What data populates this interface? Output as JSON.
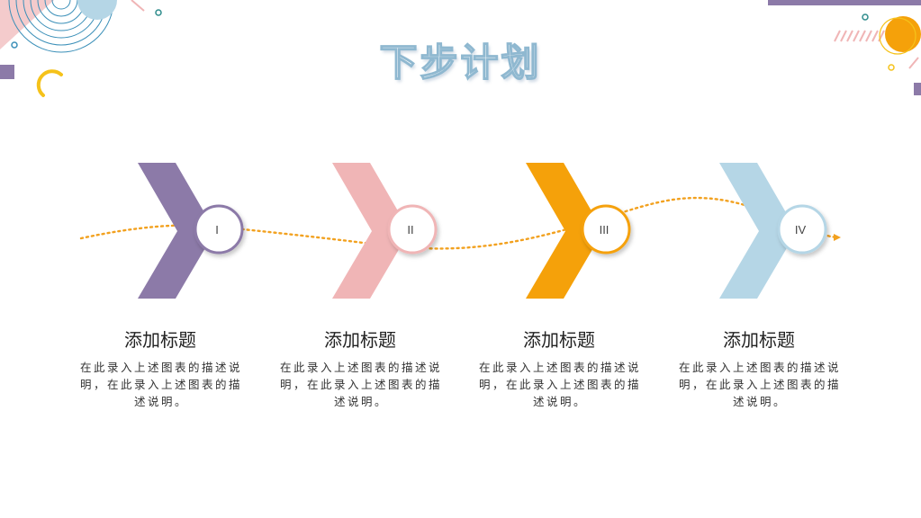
{
  "page": {
    "title": "下步计划"
  },
  "steps": [
    {
      "numeral": "I",
      "title": "添加标题",
      "description": "在此录入上述图表的描述说明，在此录入上述图表的描述说明。",
      "color": "#8c7aa8"
    },
    {
      "numeral": "II",
      "title": "添加标题",
      "description": "在此录入上述图表的描述说明，在此录入上述图表的描述说明。",
      "color": "#f0b5b6"
    },
    {
      "numeral": "III",
      "title": "添加标题",
      "description": "在此录入上述图表的描述说明，在此录入上述图表的描述说明。",
      "color": "#f5a10a"
    },
    {
      "numeral": "IV",
      "title": "添加标题",
      "description": "在此录入上述图表的描述说明，在此录入上述图表的描述说明。",
      "color": "#b5d6e6"
    }
  ],
  "colors": {
    "path": "#f2a11f",
    "purple": "#8c7aa8",
    "pink": "#f0b5b6",
    "orange": "#f5a10a",
    "blue": "#b5d6e6",
    "teal": "#2e8c8c"
  }
}
